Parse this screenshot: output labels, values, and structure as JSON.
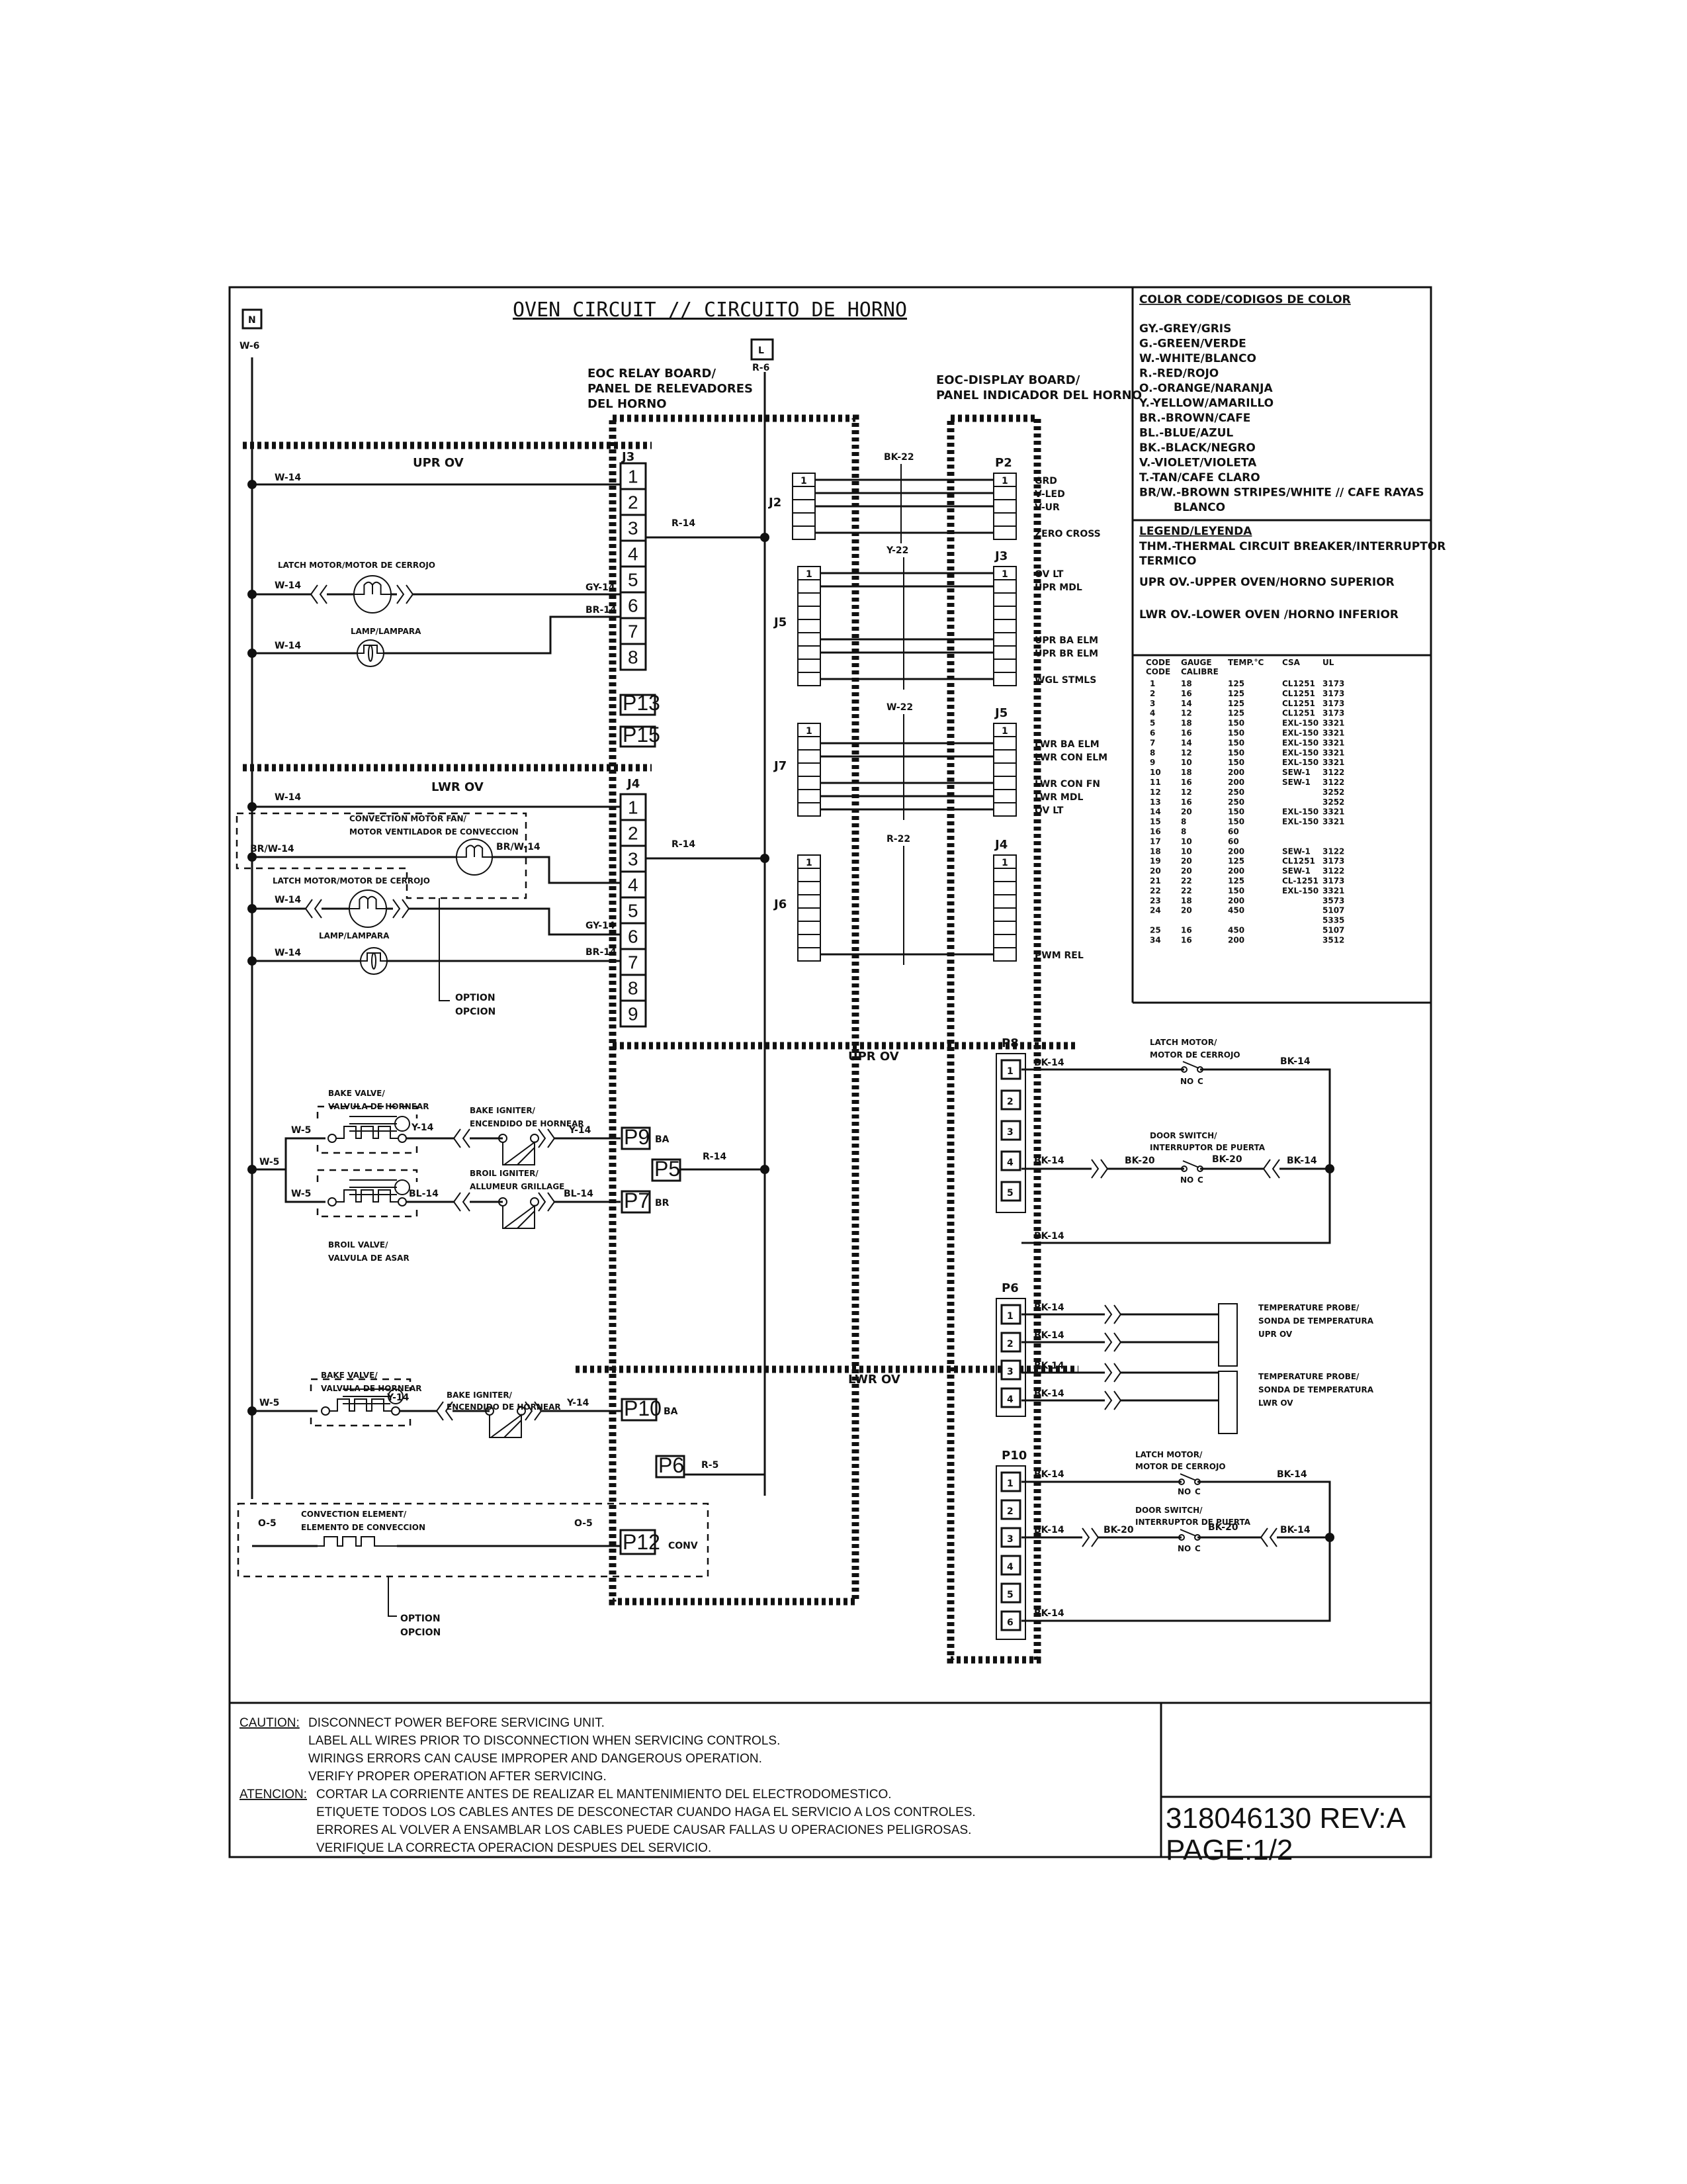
{
  "title": "OVEN CIRCUIT // CIRCUITO DE HORNO",
  "terminals": {
    "neutral": "N",
    "neutral_wire": "W-6",
    "line": "L",
    "line_wire": "R-6"
  },
  "boards": {
    "relay": [
      "EOC RELAY BOARD/",
      "PANEL DE RELEVADORES",
      "DEL HORNO"
    ],
    "display": [
      "EOC-DISPLAY BOARD/",
      "PANEL INDICADOR DEL HORNO"
    ]
  },
  "sections": {
    "upper": "UPR OV",
    "lower": "LWR OV"
  },
  "relay_connectors": {
    "j3": {
      "label": "J3",
      "pins": [
        "1",
        "2",
        "3",
        "4",
        "5",
        "6",
        "7",
        "8"
      ]
    },
    "j4": {
      "label": "J4",
      "pins": [
        "1",
        "2",
        "3",
        "4",
        "5",
        "6",
        "7",
        "8",
        "9"
      ]
    },
    "plugs": {
      "p13": "P13",
      "p15": "P15",
      "p9": "P9",
      "p5": "P5",
      "p7": "P7",
      "p10": "P10",
      "p6": "P6",
      "p12": "P12"
    },
    "plug_tags": {
      "p9": "BA",
      "p7": "BR",
      "p10": "BA",
      "p12": "CONV"
    }
  },
  "wires": {
    "upr_w14_a": "W-14",
    "upr_w14_b": "W-14",
    "upr_w14_c": "W-14",
    "upr_gy14": "GY-14",
    "upr_br14": "BR-14",
    "upr_r14": "R-14",
    "lwr_w14_a": "W-14",
    "lwr_brw14_a": "BR/W-14",
    "lwr_brw14_b": "BR/W-14",
    "lwr_w14_b": "W-14",
    "lwr_w14_c": "W-14",
    "lwr_gy14": "GY-14",
    "lwr_br14": "BR-14",
    "lwr_r14": "R-14",
    "w5_main": "W-5",
    "w5_bake": "W-5",
    "w5_broil": "W-5",
    "y14_a": "Y-14",
    "y14_b": "Y-14",
    "bl14_a": "BL-14",
    "bl14_b": "BL-14",
    "p5_r14": "R-14",
    "lwr_w5": "W-5",
    "lwr_y14_a": "Y-14",
    "lwr_y14_b": "Y-14",
    "p6_r5": "R-5",
    "o5_a": "O-5",
    "o5_b": "O-5",
    "harness_bk22": "BK-22",
    "harness_y22": "Y-22",
    "harness_w22": "W-22",
    "harness_r22": "R-22"
  },
  "components": {
    "latch_motor_upr": "LATCH MOTOR/MOTOR DE CERROJO",
    "lamp_upr": "LAMP/LAMPARA",
    "conv_fan": [
      "CONVECTION MOTOR FAN/",
      "MOTOR VENTILADOR DE CONVECCION"
    ],
    "latch_motor_lwr": "LATCH MOTOR/MOTOR DE CERROJO",
    "lamp_lwr": "LAMP/LAMPARA",
    "option_a": [
      "OPTION",
      "OPCION"
    ],
    "bake_valve": [
      "BAKE VALVE/",
      "VALVULA DE HORNEAR"
    ],
    "bake_igniter": [
      "BAKE IGNITER/",
      "ENCENDIDO DE HORNEAR"
    ],
    "broil_igniter": [
      "BROIL IGNITER/",
      "ALLUMEUR GRILLAGE"
    ],
    "broil_valve": [
      "BROIL VALVE/",
      "VALVULA DE ASAR"
    ],
    "bake_valve_lwr": [
      "BAKE VALVE/",
      "VALVULA DE HORNEAR"
    ],
    "bake_igniter_lwr": [
      "BAKE IGNITER/",
      "ENCENDIDO DE HORNEAR"
    ],
    "conv_element": [
      "CONVECTION ELEMENT/",
      "ELEMENTO DE CONVECCION"
    ],
    "option_b": [
      "OPTION",
      "OPCION"
    ]
  },
  "display_connectors": {
    "j2": {
      "label": "J2",
      "pin1": "1"
    },
    "p2": {
      "label": "P2",
      "pin1": "1",
      "signals": [
        "GRD",
        "V-LED",
        "V-UR",
        "ZERO CROSS"
      ]
    },
    "j5_left": {
      "label": "J5",
      "pin1": "1"
    },
    "j3_right": {
      "label": "J3",
      "pin1": "1",
      "signals": [
        "OV LT",
        "UPR MDL",
        "UPR BA ELM",
        "UPR BR ELM",
        "WGL STMLS"
      ]
    },
    "j7": {
      "label": "J7",
      "pin1": "1"
    },
    "j5_right": {
      "label": "J5",
      "pin1": "1",
      "signals": [
        "LWR BA ELM",
        "LWR CON ELM",
        "LWR CON FN",
        "LWR MDL",
        "OV LT"
      ]
    },
    "j6": {
      "label": "J6",
      "pin1": "1"
    },
    "j4_right": {
      "label": "J4",
      "pin1": "1",
      "signals": [
        "PWM REL"
      ]
    }
  },
  "right_panel": {
    "upper_label": "UPR OV",
    "lower_label": "LWR OV",
    "p8": {
      "label": "P8",
      "pins": [
        "1",
        "2",
        "3",
        "4",
        "5"
      ]
    },
    "p6": {
      "label": "P6",
      "pins": [
        "1",
        "2",
        "3",
        "4"
      ]
    },
    "p10": {
      "label": "P10",
      "pins": [
        "1",
        "2",
        "3",
        "4",
        "5",
        "6"
      ]
    },
    "latch": [
      "LATCH MOTOR/",
      "MOTOR DE CERROJO"
    ],
    "door": [
      "DOOR SWITCH/",
      "INTERRUPTOR DE PUERTA"
    ],
    "no": "NO",
    "c": "C",
    "bk14": "BK-14",
    "bk20": "BK-20",
    "probe_upr": [
      "TEMPERATURE PROBE/",
      "SONDA DE TEMPERATURA",
      "UPR OV"
    ],
    "probe_lwr": [
      "TEMPERATURE PROBE/",
      "SONDA DE TEMPERATURA",
      "LWR OV"
    ]
  },
  "color_code": {
    "title": "COLOR CODE/CODIGOS DE COLOR",
    "items": [
      "GY.-GREY/GRIS",
      "G.-GREEN/VERDE",
      "W.-WHITE/BLANCO",
      "R.-RED/ROJO",
      "O.-ORANGE/NARANJA",
      "Y.-YELLOW/AMARILLO",
      "BR.-BROWN/CAFE",
      "BL.-BLUE/AZUL",
      "BK.-BLACK/NEGRO",
      "V.-VIOLET/VIOLETA",
      "T.-TAN/CAFE CLARO",
      "BR/W.-BROWN STRIPES/WHITE // CAFE RAYAS",
      "BLANCO"
    ]
  },
  "legend": {
    "title": "LEGEND/LEYENDA",
    "items": [
      "THM.-THERMAL CIRCUIT BREAKER/INTERRUPTOR",
      "TERMICO",
      "UPR OV.-UPPER OVEN/HORNO SUPERIOR",
      "LWR OV.-LOWER OVEN /HORNO INFERIOR"
    ]
  },
  "wire_table": {
    "headers": [
      [
        "CODE",
        "GAUGE",
        "TEMP.°C",
        "CSA",
        "UL"
      ],
      [
        "CODE",
        "CALIBRE",
        "",
        "",
        ""
      ]
    ],
    "rows": [
      [
        "1",
        "18",
        "125",
        "CL1251",
        "3173"
      ],
      [
        "2",
        "16",
        "125",
        "CL1251",
        "3173"
      ],
      [
        "3",
        "14",
        "125",
        "CL1251",
        "3173"
      ],
      [
        "4",
        "12",
        "125",
        "CL1251",
        "3173"
      ],
      [
        "5",
        "18",
        "150",
        "EXL-150",
        "3321"
      ],
      [
        "6",
        "16",
        "150",
        "EXL-150",
        "3321"
      ],
      [
        "7",
        "14",
        "150",
        "EXL-150",
        "3321"
      ],
      [
        "8",
        "12",
        "150",
        "EXL-150",
        "3321"
      ],
      [
        "9",
        "10",
        "150",
        "EXL-150",
        "3321"
      ],
      [
        "10",
        "18",
        "200",
        "SEW-1",
        "3122"
      ],
      [
        "11",
        "16",
        "200",
        "SEW-1",
        "3122"
      ],
      [
        "12",
        "12",
        "250",
        "",
        "3252"
      ],
      [
        "13",
        "16",
        "250",
        "",
        "3252"
      ],
      [
        "14",
        "20",
        "150",
        "EXL-150",
        "3321"
      ],
      [
        "15",
        "8",
        "150",
        "EXL-150",
        "3321"
      ],
      [
        "16",
        "8",
        "60",
        "",
        ""
      ],
      [
        "17",
        "10",
        "60",
        "",
        ""
      ],
      [
        "18",
        "10",
        "200",
        "SEW-1",
        "3122"
      ],
      [
        "19",
        "20",
        "125",
        "CL1251",
        "3173"
      ],
      [
        "20",
        "20",
        "200",
        "SEW-1",
        "3122"
      ],
      [
        "21",
        "22",
        "125",
        "CL-1251",
        "3173"
      ],
      [
        "22",
        "22",
        "150",
        "EXL-150",
        "3321"
      ],
      [
        "23",
        "18",
        "200",
        "",
        "3573"
      ],
      [
        "24",
        "20",
        "450",
        "",
        "5107"
      ],
      [
        "",
        "",
        "",
        "",
        "5335"
      ],
      [
        "25",
        "16",
        "450",
        "",
        "5107"
      ],
      [
        "34",
        "16",
        "200",
        "",
        "3512"
      ]
    ]
  },
  "caution": {
    "label_en": "CAUTION:",
    "lines_en": [
      "DISCONNECT POWER BEFORE SERVICING UNIT.",
      "LABEL ALL WIRES PRIOR TO DISCONNECTION WHEN SERVICING CONTROLS.",
      "WIRINGS ERRORS CAN CAUSE IMPROPER AND DANGEROUS OPERATION.",
      "VERIFY PROPER OPERATION AFTER SERVICING."
    ],
    "label_es": "ATENCION:",
    "lines_es": [
      "CORTAR LA CORRIENTE ANTES DE REALIZAR EL MANTENIMIENTO DEL ELECTRODOMESTICO.",
      "ETIQUETE TODOS LOS CABLES ANTES DE DESCONECTAR CUANDO HAGA EL SERVICIO A LOS CONTROLES.",
      "ERRORES AL VOLVER A ENSAMBLAR LOS CABLES PUEDE CAUSAR FALLAS U OPERACIONES PELIGROSAS.",
      "VERIFIQUE LA CORRECTA OPERACION DESPUES DEL SERVICIO."
    ]
  },
  "doc": {
    "number": "318046130 REV:A",
    "page": "PAGE:1/2"
  }
}
